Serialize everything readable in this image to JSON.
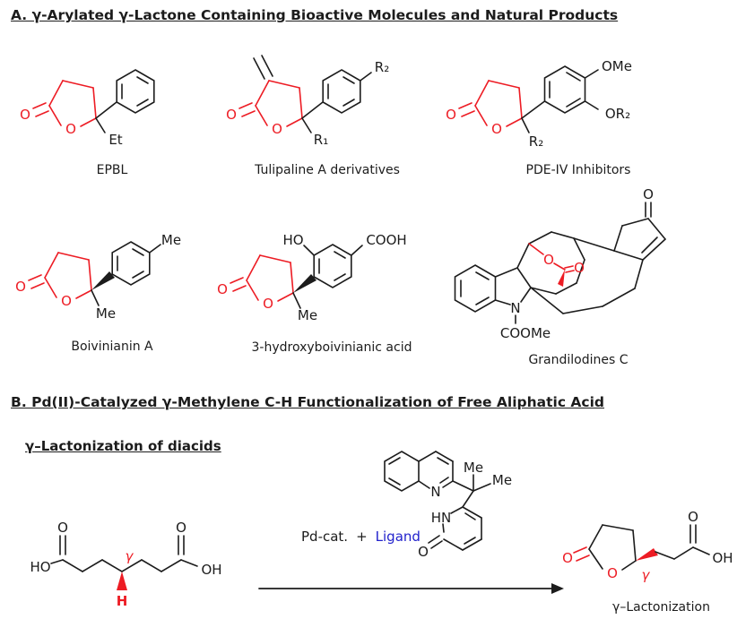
{
  "colors": {
    "ink": "#1c1c1c",
    "red": "#ed1c24",
    "blue": "#2222cc",
    "bg": "#ffffff"
  },
  "section_a": {
    "heading": "A. γ-Arylated γ-Lactone Containing Bioactive Molecules and Natural Products",
    "molecules": [
      {
        "name": "EPBL",
        "labels": {
          "carbonyl_o": "O",
          "ring_o": "O",
          "et": "Et"
        }
      },
      {
        "name": "Tulipaline A derivatives",
        "labels": {
          "carbonyl_o": "O",
          "ring_o": "O",
          "r1": "R₁",
          "r2": "R₂"
        }
      },
      {
        "name": "PDE-IV Inhibitors",
        "labels": {
          "carbonyl_o": "O",
          "ring_o": "O",
          "r2": "R₂",
          "ome": "OMe",
          "or2": "OR₂"
        }
      },
      {
        "name": "Boivinianin A",
        "labels": {
          "carbonyl_o": "O",
          "ring_o": "O",
          "me_quart": "Me",
          "me_para": "Me"
        }
      },
      {
        "name": "3-hydroxyboivinianic acid",
        "labels": {
          "carbonyl_o": "O",
          "ring_o": "O",
          "me_quart": "Me",
          "ho": "HO",
          "cooh": "COOH"
        }
      },
      {
        "name": "Grandilodines C",
        "labels": {
          "ketone_o": "O",
          "lactone_o1": "O",
          "lactone_o2": "O",
          "n": "N",
          "coome": "COOMe"
        }
      }
    ]
  },
  "section_b": {
    "heading": "B. Pd(II)-Catalyzed γ-Methylene C-H Functionalization of Free Aliphatic Acid",
    "subheading": "γ–Lactonization of diacids",
    "reagents": {
      "pd_cat": "Pd-cat.",
      "plus": "+",
      "ligand": "Ligand"
    },
    "diacid": {
      "ho": "HO",
      "o_left": "O",
      "gamma": "γ",
      "h": "H",
      "o_right": "O",
      "oh": "OH"
    },
    "ligand_labels": {
      "n": "N",
      "me_top": "Me",
      "me_right": "Me",
      "hn": "HN",
      "o": "O"
    },
    "product": {
      "carbonyl_o": "O",
      "ring_o": "O",
      "gamma": "γ",
      "acid_o": "O",
      "oh": "OH",
      "caption": "γ–Lactonization"
    }
  }
}
